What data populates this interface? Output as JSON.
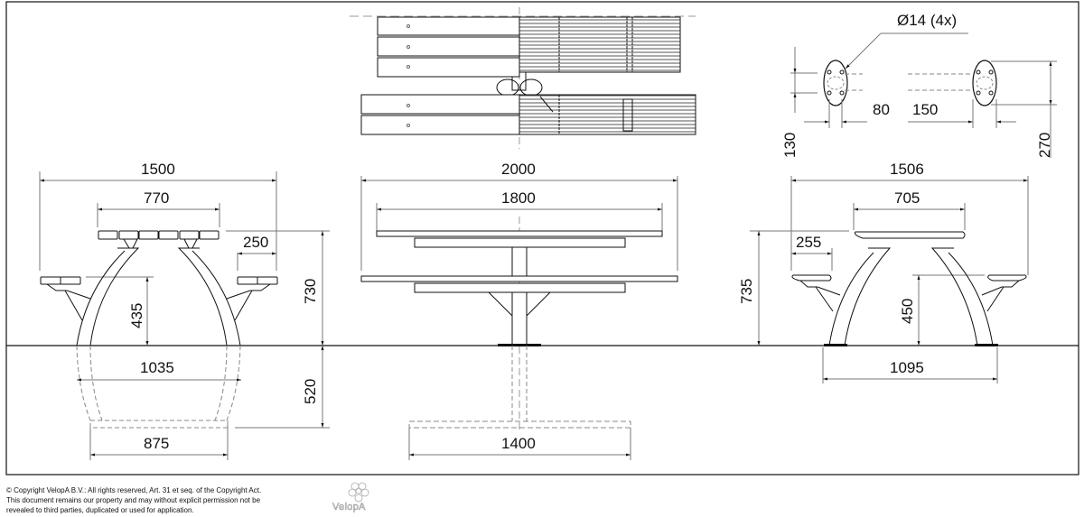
{
  "drawing": {
    "type": "technical-dimension-drawing",
    "subject": "Picnic table with two benches (front, top and side views)",
    "colors": {
      "line": "#111111",
      "dim_line": "#777777",
      "hidden_line": "#888888",
      "background": "#ffffff"
    }
  },
  "top_view": {
    "label_detail": "Ø14 (4x)",
    "dims": {
      "bolt_pitch": "80",
      "plate_width": "150",
      "left_height": "130",
      "right_height": "270"
    }
  },
  "front_view_left": {
    "dims": {
      "overall_width": "1500",
      "table_width": "770",
      "bench_width": "250",
      "table_height": "730",
      "seat_height": "435",
      "foundation_depth": "520",
      "foundation_outer": "1035",
      "foundation_anchor": "875"
    }
  },
  "side_view_center": {
    "dims": {
      "overall_length": "2000",
      "table_length": "1800",
      "foundation_length": "1400"
    }
  },
  "front_view_right": {
    "dims": {
      "overall_width": "1506",
      "table_width": "705",
      "bench_width": "255",
      "table_height": "735",
      "seat_height": "450",
      "base_width": "1095"
    }
  },
  "footer": {
    "copyright_line1": "©  Copyright VelopA B.V.: All rights reserved, Art. 31 et seq. of the Copyright Act.",
    "copyright_line2": "This document remains our property and may without explicit permission not be",
    "copyright_line3": "revealed to third parties, duplicated or used for application.",
    "logo_text": "VelopA"
  }
}
